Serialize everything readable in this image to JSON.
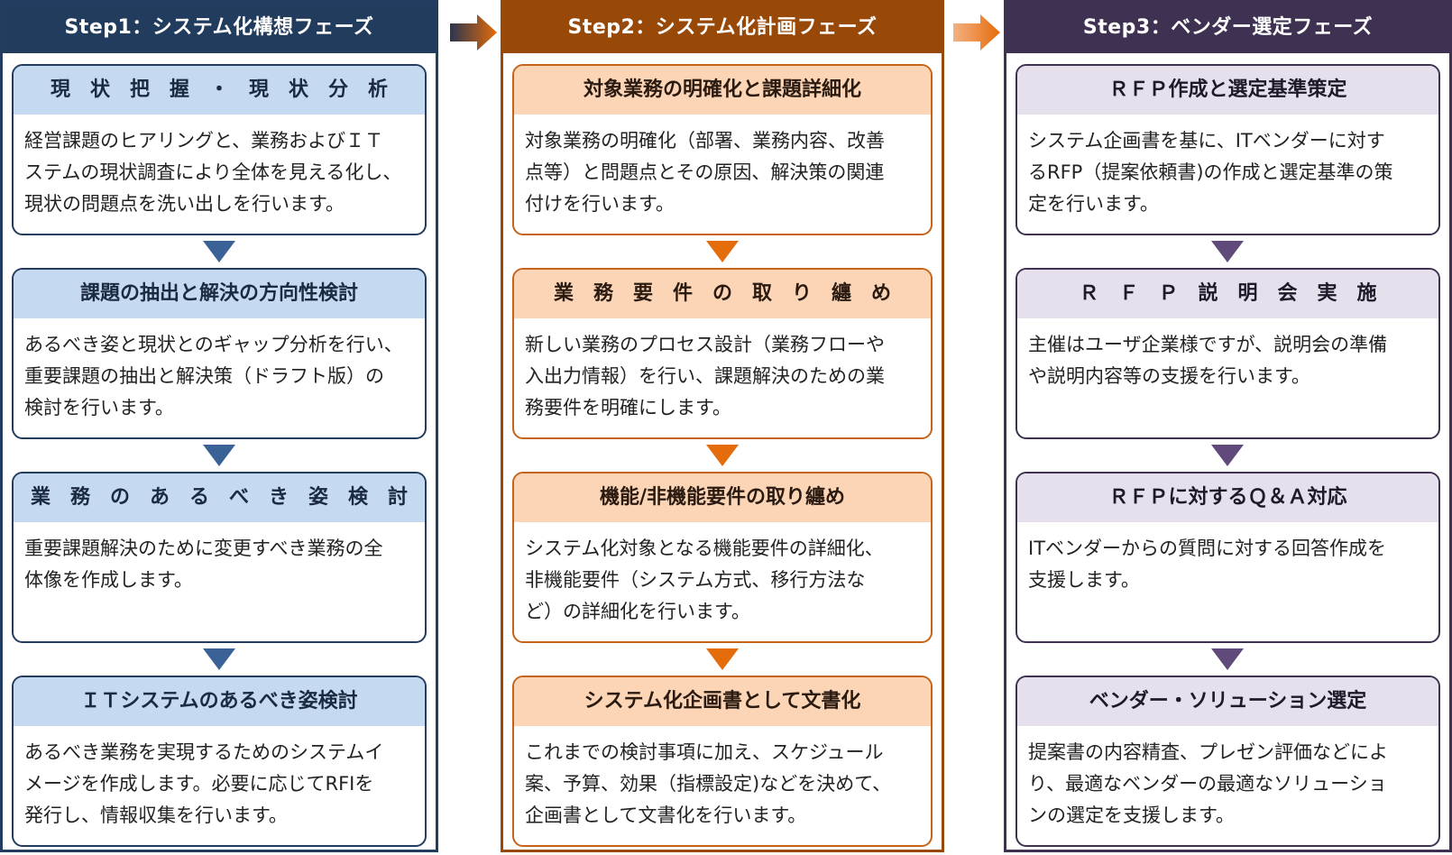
{
  "colors": {
    "step1_dark": "#223C5E",
    "step1_light": "#C5D9F1",
    "step1_arrow": "#3B6296",
    "step2_dark": "#984807",
    "step2_light": "#FBD5B5",
    "step2_arrow": "#E46C0A",
    "step3_dark": "#3F3151",
    "step3_light": "#E5E0EC",
    "step3_arrow": "#604A7B"
  },
  "icons": {
    "phase_connector": "right-arrow-icon",
    "task_connector": "down-arrow-icon"
  },
  "steps": [
    {
      "header": "Step1：システム化構想フェーズ",
      "cards": [
        {
          "title": "現　状　把　握　・　現　状　分　析",
          "lines": [
            "経営課題のヒアリングと、業務およびＩＴ",
            "ステムの現状調査により全体を見える化し、",
            "現状の問題点を洗い出しを行います。"
          ]
        },
        {
          "title": "課題の抽出と解決の方向性検討",
          "lines": [
            "あるべき姿と現状とのギャップ分析を行い、",
            "重要課題の抽出と解決策（ドラフト版）の",
            "検討を行います。"
          ]
        },
        {
          "title": "業　務　の　あ　る　べ　き　姿　検　討",
          "lines": [
            "重要課題解決のために変更すべき業務の全",
            "体像を作成します。"
          ]
        },
        {
          "title": "ＩＴシステムのあるべき姿検討",
          "lines": [
            "あるべき業務を実現するためのシステムイ",
            "メージを作成します。必要に応じてRFIを",
            "発行し、情報収集を行います。"
          ]
        }
      ]
    },
    {
      "header": "Step2：システム化計画フェーズ",
      "cards": [
        {
          "title": "対象業務の明確化と課題詳細化",
          "lines": [
            "対象業務の明確化（部署、業務内容、改善",
            "点等）と問題点とその原因、解決策の関連",
            "付けを行います。"
          ]
        },
        {
          "title": "業　務　要　件　の　取　り　纏　め",
          "lines": [
            "新しい業務のプロセス設計（業務フローや",
            "入出力情報）を行い、課題解決のための業",
            "務要件を明確にします。"
          ]
        },
        {
          "title": "機能/非機能要件の取り纏め",
          "lines": [
            "システム化対象となる機能要件の詳細化、",
            "非機能要件（システム方式、移行方法な",
            "ど）の詳細化を行います。"
          ]
        },
        {
          "title": "システム化企画書として文書化",
          "lines": [
            "これまでの検討事項に加え、スケジュール",
            "案、予算、効果（指標設定)などを決めて、",
            "企画書として文書化を行います。"
          ]
        }
      ]
    },
    {
      "header": "Step3：ベンダー選定フェーズ",
      "cards": [
        {
          "title": "ＲＦＰ作成と選定基準策定",
          "lines": [
            "システム企画書を基に、ITベンダーに対す",
            "るRFP（提案依頼書)の作成と選定基準の策",
            "定を行います。"
          ]
        },
        {
          "title": "Ｒ　Ｆ　Ｐ　説　明　会　実　施",
          "lines": [
            "主催はユーザ企業様ですが、説明会の準備",
            "や説明内容等の支援を行います。"
          ]
        },
        {
          "title": "ＲＦＰに対するＱ＆Ａ対応",
          "lines": [
            "ITベンダーからの質問に対する回答作成を",
            "支援します。"
          ]
        },
        {
          "title": "ベンダー・ソリューション選定",
          "lines": [
            "提案書の内容精査、プレゼン評価などによ",
            "り、最適なベンダーの最適なソリューショ",
            "ンの選定を支援します。"
          ]
        }
      ]
    }
  ]
}
